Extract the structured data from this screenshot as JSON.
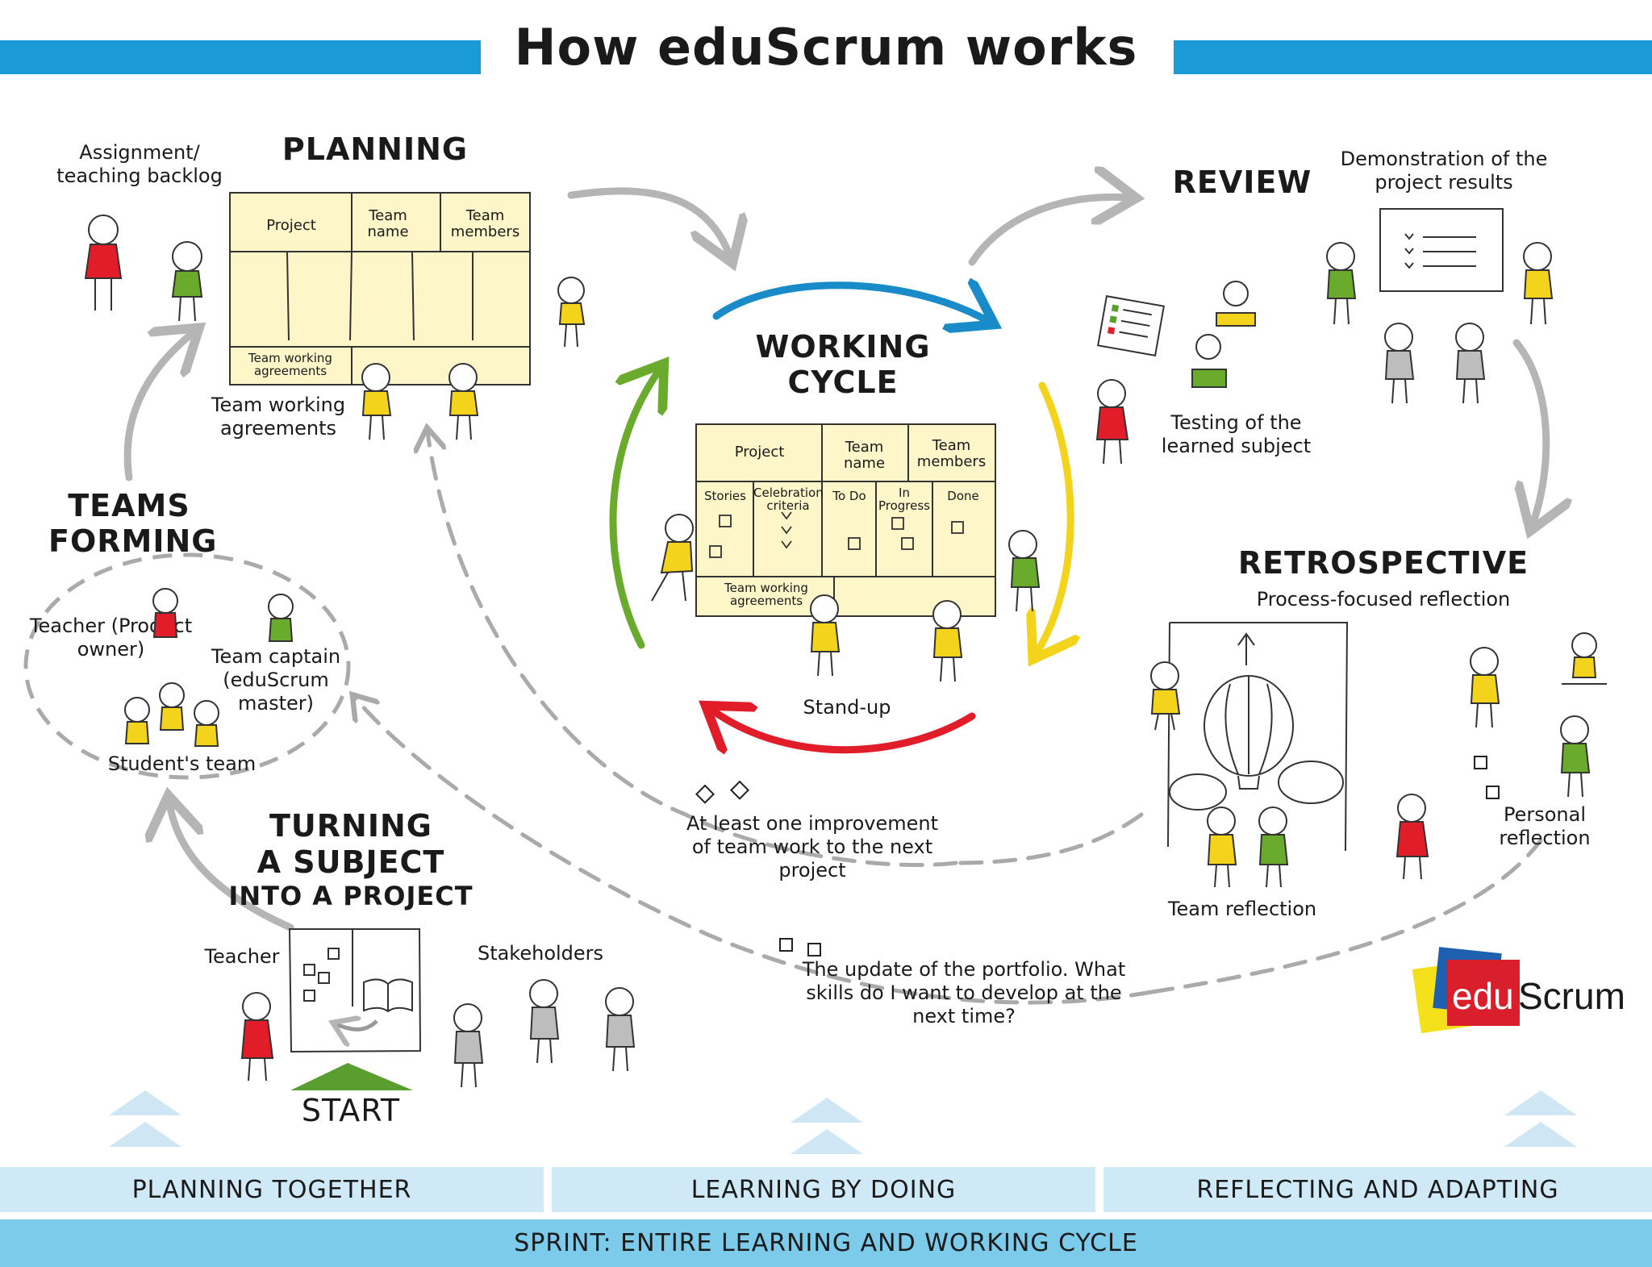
{
  "title": "How eduScrum works",
  "colors": {
    "header_bar": "#1a9bd7",
    "arrow_gray": "#b5b5b5",
    "cycle_blue": "#1a8bc9",
    "cycle_yellow": "#f3d31b",
    "cycle_red": "#e11d2a",
    "cycle_green": "#6aaa2d",
    "board_fill": "#fdf6c8",
    "start_green": "#5a9e2f",
    "phase_bar": "#cfe9f7",
    "sprint_bar": "#7ccbea",
    "logo_red": "#d91f2b",
    "logo_blue": "#1f5fb0",
    "logo_yellow": "#f4e11c"
  },
  "planning": {
    "heading": "PLANNING",
    "backlog_label": "Assignment/ teaching backlog",
    "board": {
      "col_project": "Project",
      "col_team_name": "Team name",
      "col_team_members": "Team members",
      "agreements": "Team working agreements"
    },
    "agreements_label": "Team working agreements"
  },
  "working_cycle": {
    "heading": "WORKING CYCLE",
    "board": {
      "col_project": "Project",
      "col_team_name": "Team name",
      "col_team_members": "Team members",
      "sub_stories": "Stories",
      "sub_celebration": "Celebration criteria",
      "sub_todo": "To Do",
      "sub_inprogress": "In Progress",
      "sub_done": "Done",
      "agreements": "Team working agreements"
    },
    "standup": "Stand-up"
  },
  "review": {
    "heading": "REVIEW",
    "demo_label": "Demonstration of the project results",
    "testing_label": "Testing of the learned subject"
  },
  "retrospective": {
    "heading": "RETROSPECTIVE",
    "subheading": "Process-focused reflection",
    "team_reflection": "Team reflection",
    "personal_reflection": "Personal reflection"
  },
  "teams_forming": {
    "heading": "TEAMS FORMING",
    "teacher": "Teacher (Product owner)",
    "captain": "Team captain (eduScrum master)",
    "students": "Student's team"
  },
  "turning": {
    "heading_line1": "TURNING",
    "heading_line2": "A SUBJECT",
    "heading_line3": "INTO A PROJECT",
    "teacher": "Teacher",
    "stakeholders": "Stakeholders",
    "start": "START"
  },
  "improvement_note": "At least one improvement of team work to the next project",
  "portfolio_note": "The update of the portfolio. What skills do I want to develop at the next time?",
  "logo": {
    "part1": "edu",
    "part2": "Scrum"
  },
  "phases": {
    "planning": "PLANNING TOGETHER",
    "doing": "LEARNING BY DOING",
    "reflecting": "REFLECTING AND ADAPTING"
  },
  "sprint": "SPRINT: ENTIRE LEARNING AND WORKING CYCLE"
}
